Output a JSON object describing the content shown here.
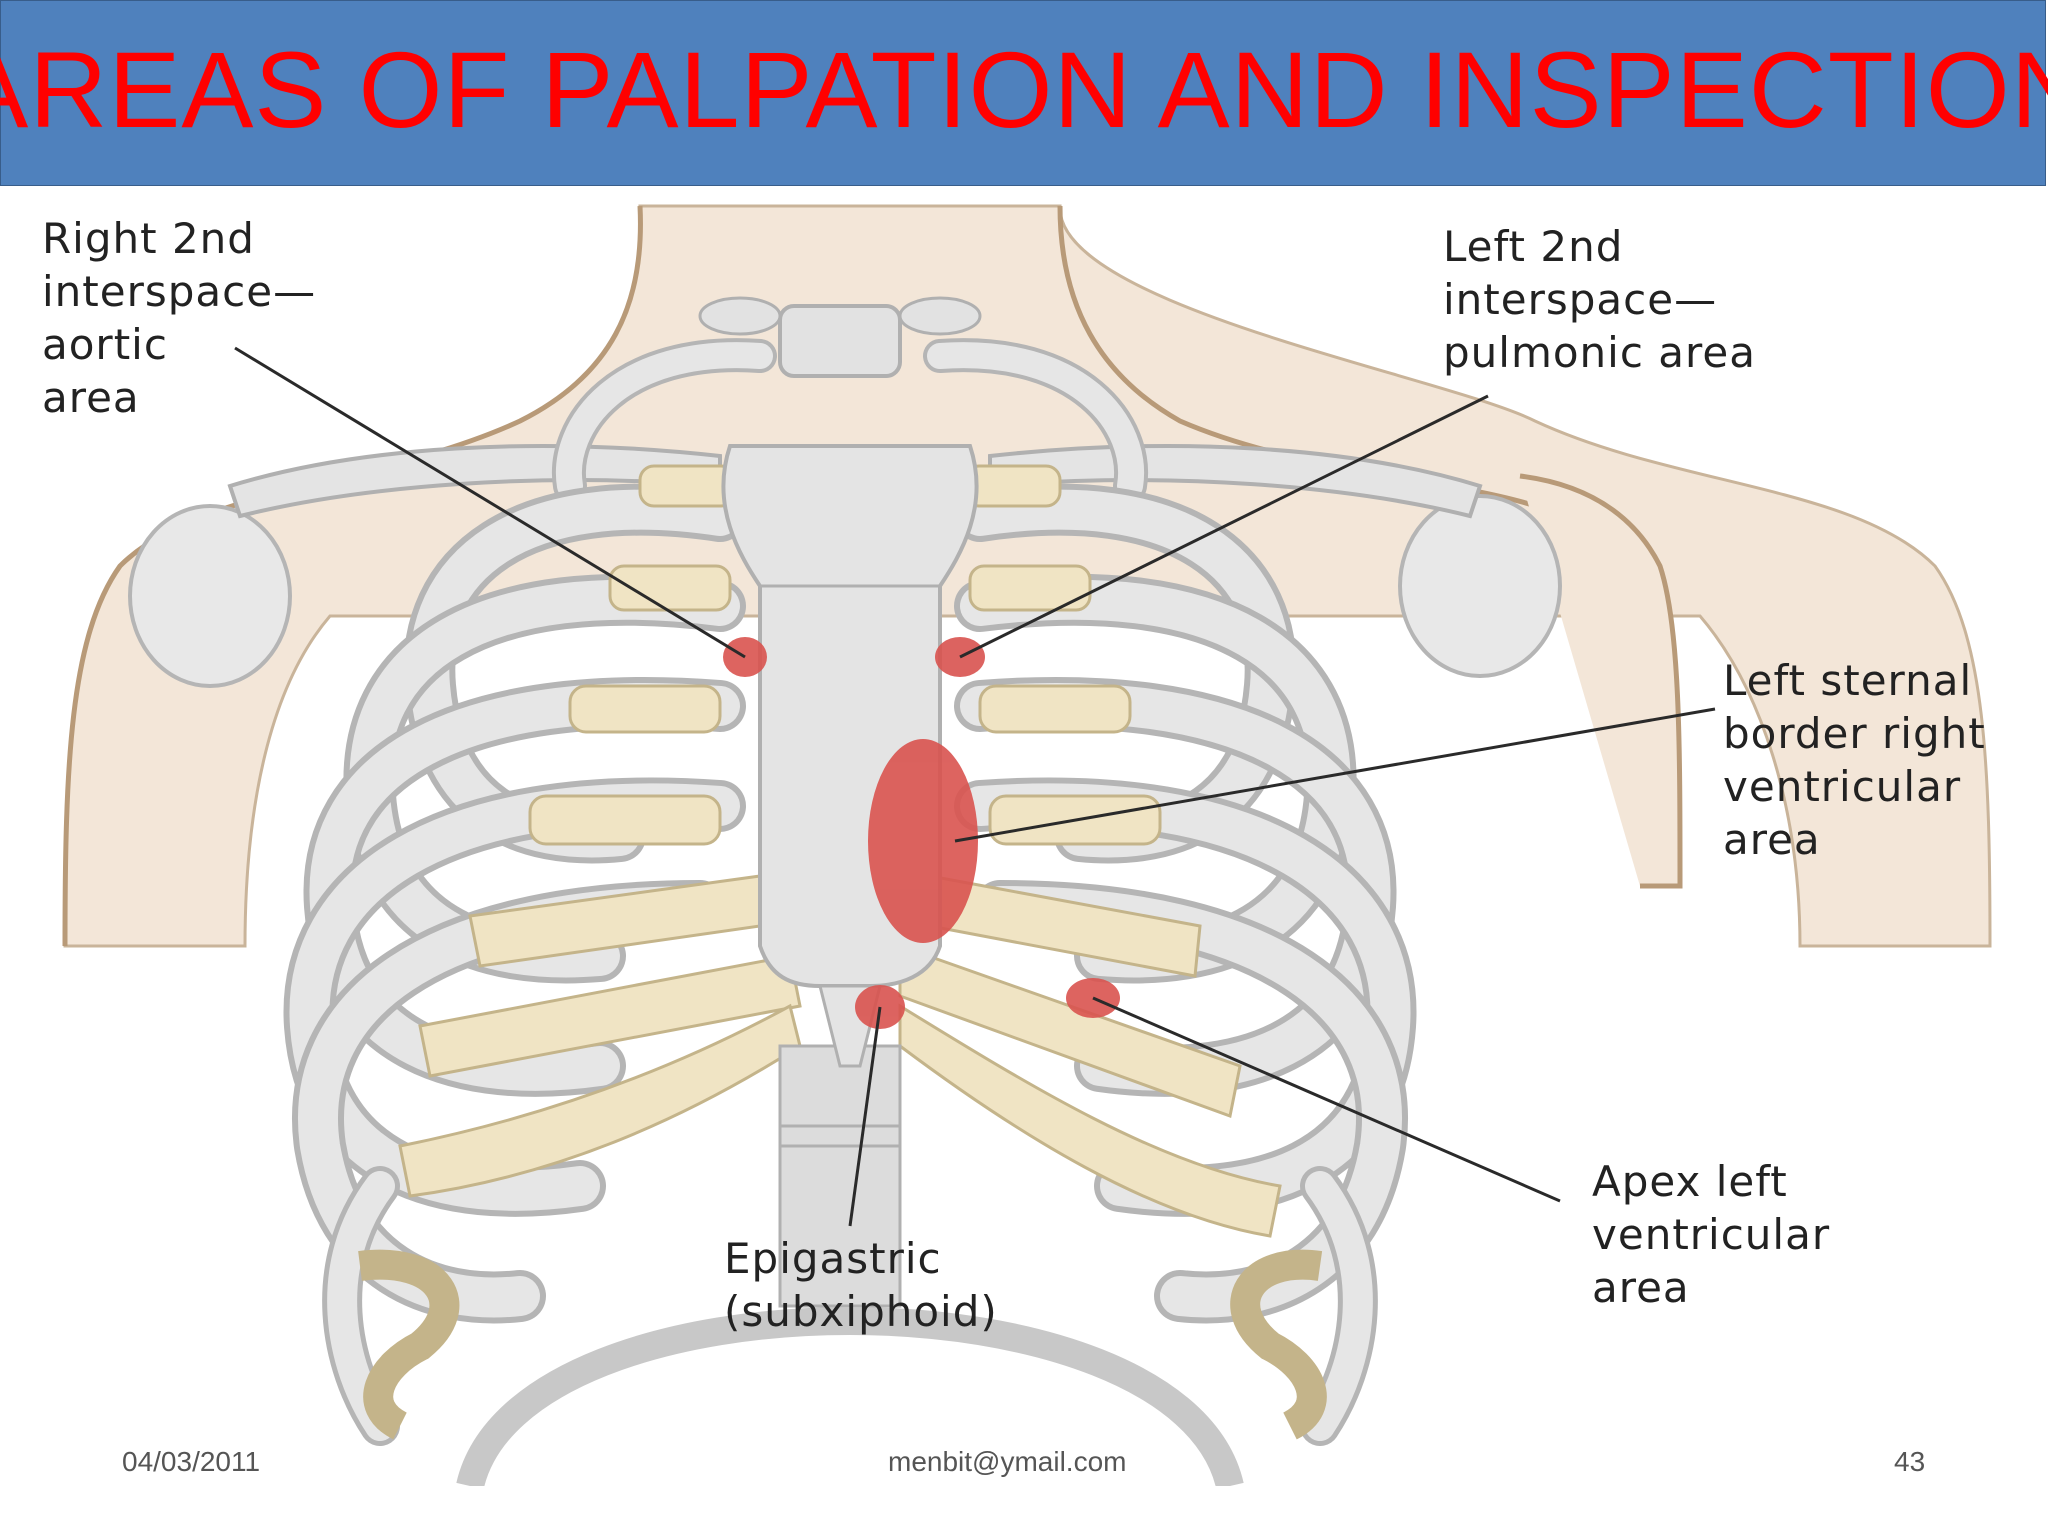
{
  "slide": {
    "title": "AREAS OF PALPATION AND INSPECTION",
    "colors": {
      "title_bar": "#4f81bd",
      "title_text": "#ff0000",
      "marker": "#d9534f",
      "bone": "#e4e4e4",
      "cartilage": "#f0e4c4",
      "skin": "#f3e6d8"
    }
  },
  "labels": {
    "right_2nd": "Right 2nd\ninterspace—\naortic\narea",
    "left_2nd": "Left 2nd\ninterspace—\npulmonic area",
    "left_sternal": "Left sternal\nborder right\nventricular\narea",
    "apex": "Apex left\nventricular\narea",
    "epigastric": "Epigastric\n(subxiphoid)"
  },
  "footer": {
    "date": "04/03/2011",
    "email": "menbit@ymail.com",
    "page": "43"
  }
}
